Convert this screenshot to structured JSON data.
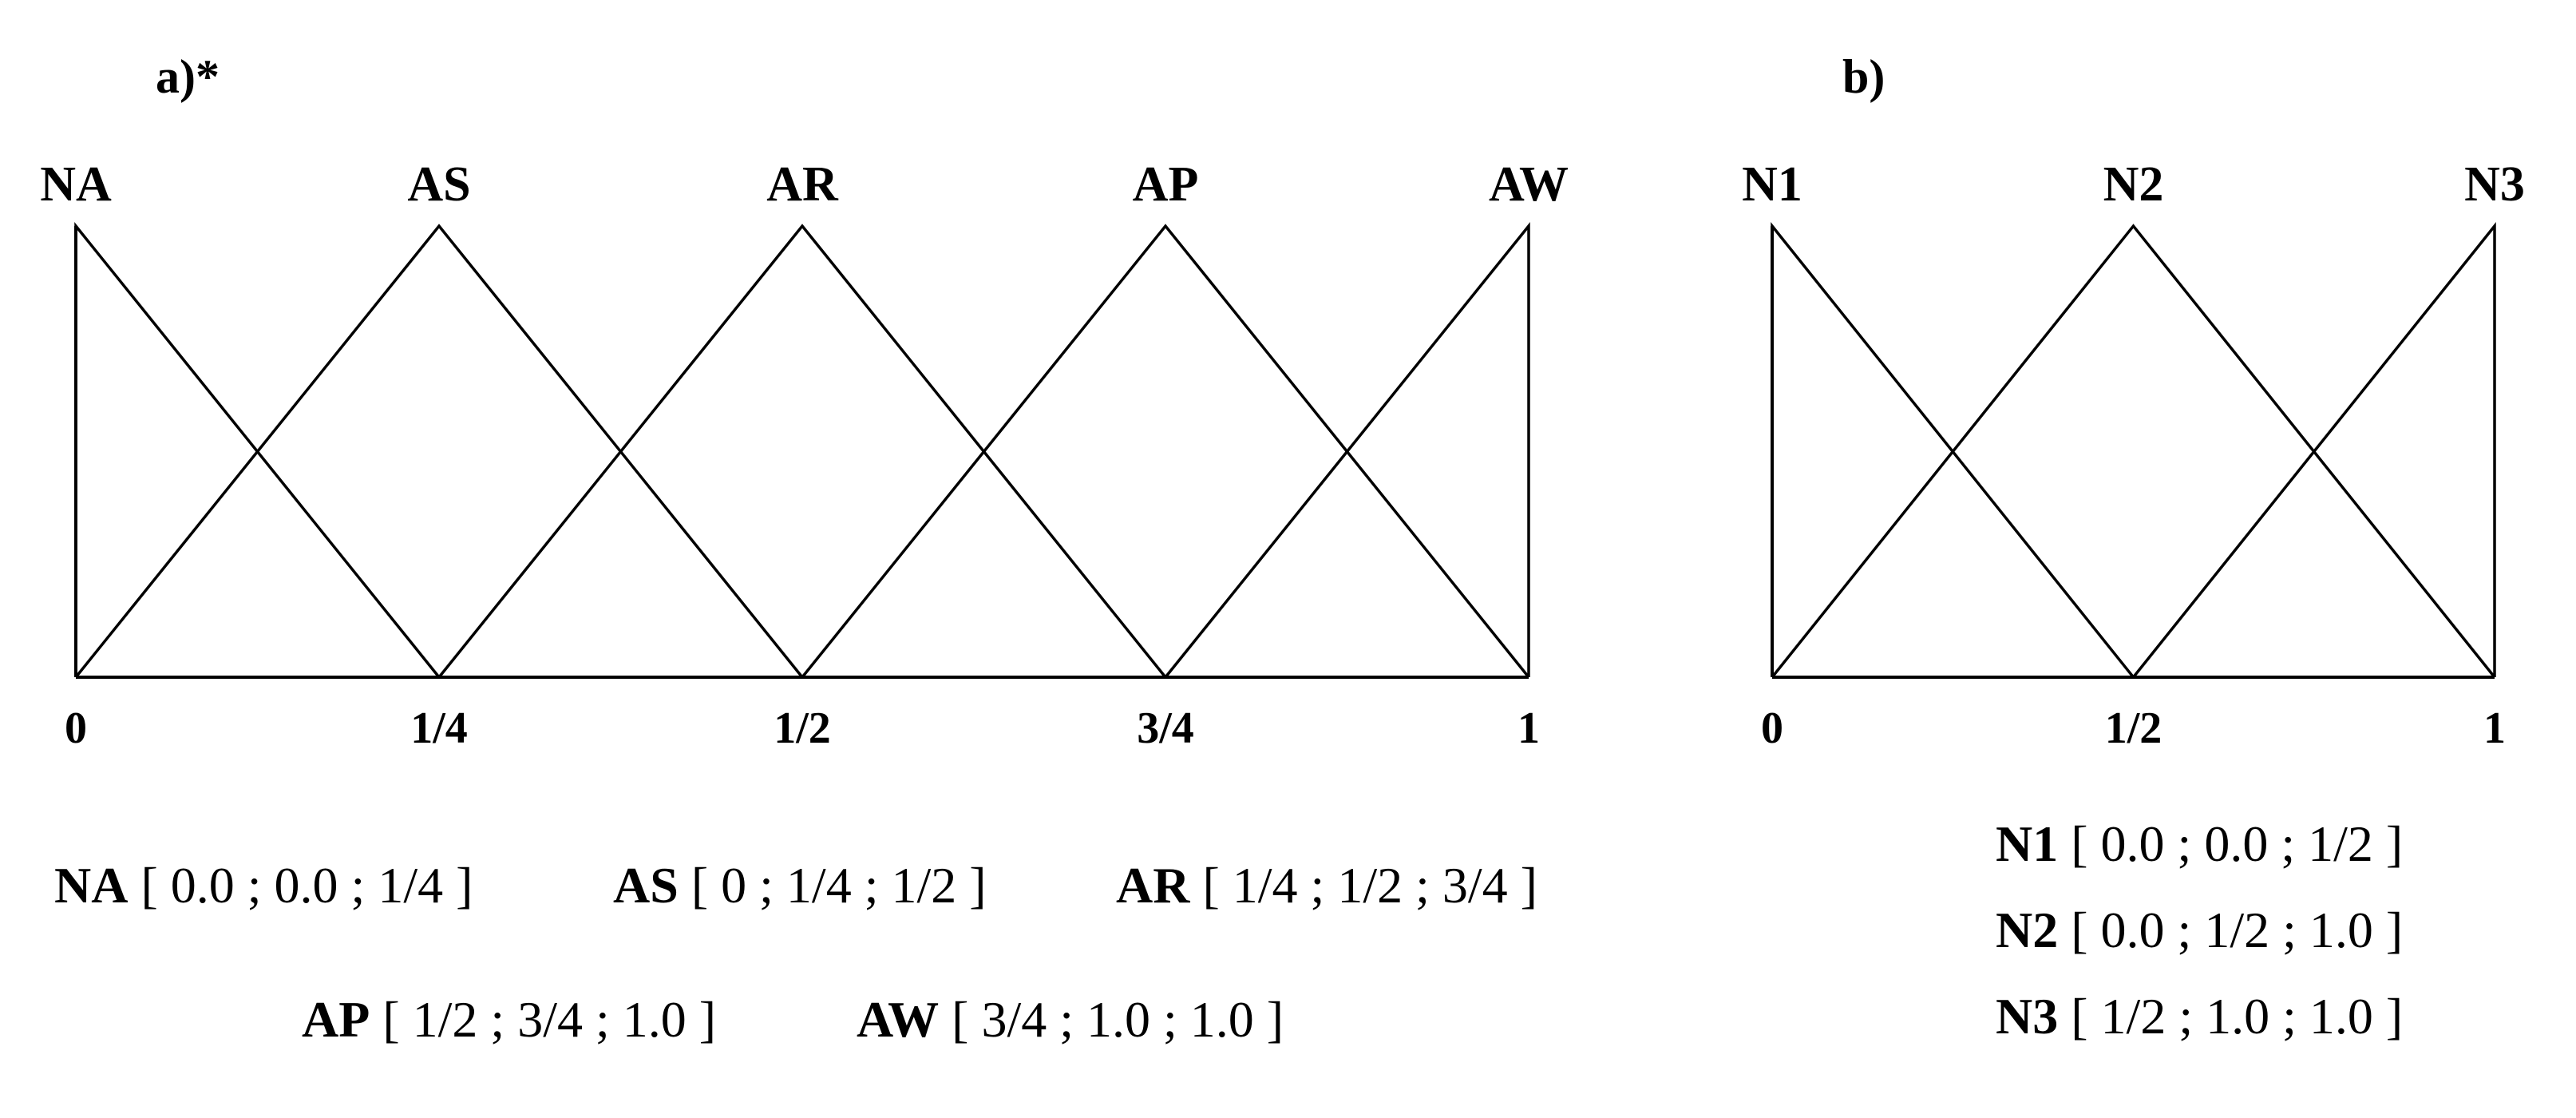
{
  "panel_a": {
    "label": "a)*",
    "sets": [
      {
        "name": "NA",
        "params": "[ 0.0 ; 0.0 ; 1/4 ]",
        "a": 0,
        "b": 0,
        "c": 0.25
      },
      {
        "name": "AS",
        "params": "[ 0 ; 1/4 ; 1/2 ]",
        "a": 0,
        "b": 0.25,
        "c": 0.5
      },
      {
        "name": "AR",
        "params": "[ 1/4 ; 1/2 ; 3/4 ]",
        "a": 0.25,
        "b": 0.5,
        "c": 0.75
      },
      {
        "name": "AP",
        "params": "[ 1/2 ; 3/4 ; 1.0 ]",
        "a": 0.5,
        "b": 0.75,
        "c": 1.0
      },
      {
        "name": "AW",
        "params": "[ 3/4 ; 1.0 ; 1.0 ]",
        "a": 0.75,
        "b": 1.0,
        "c": 1.0
      }
    ],
    "ticks": [
      {
        "value": 0,
        "label": "0"
      },
      {
        "value": 0.25,
        "label": "1/4"
      },
      {
        "value": 0.5,
        "label": "1/2"
      },
      {
        "value": 0.75,
        "label": "3/4"
      },
      {
        "value": 1,
        "label": "1"
      }
    ]
  },
  "panel_b": {
    "label": "b)",
    "sets": [
      {
        "name": "N1",
        "params": "[ 0.0 ; 0.0 ; 1/2 ]",
        "a": 0,
        "b": 0,
        "c": 0.5
      },
      {
        "name": "N2",
        "params": "[ 0.0 ; 1/2 ; 1.0 ]",
        "a": 0,
        "b": 0.5,
        "c": 1.0
      },
      {
        "name": "N3",
        "params": "[ 1/2 ; 1.0 ; 1.0 ]",
        "a": 0.5,
        "b": 1.0,
        "c": 1.0
      }
    ],
    "ticks": [
      {
        "value": 0,
        "label": "0"
      },
      {
        "value": 0.5,
        "label": "1/2"
      },
      {
        "value": 1,
        "label": "1"
      }
    ]
  }
}
